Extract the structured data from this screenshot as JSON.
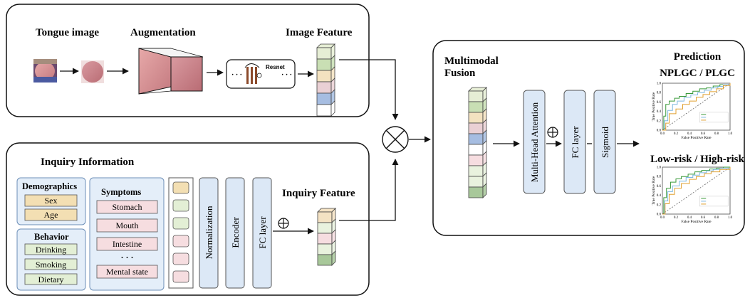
{
  "image_branch": {
    "tongue_label": "Tongue image",
    "augmentation_label": "Augmentation",
    "resnet_label": "Resnet",
    "image_feature_label": "Image Feature",
    "image_feature_colors": [
      "#e6eed5",
      "#c9dfb4",
      "#f3e2c0",
      "#ead0d4",
      "#a6bde1",
      "#ffffff"
    ]
  },
  "inquiry_branch": {
    "title": "Inquiry Information",
    "demographics": {
      "title": "Demographics",
      "items": [
        "Sex",
        "Age"
      ]
    },
    "behavior": {
      "title": "Behavior",
      "items": [
        "Drinking",
        "Smoking",
        "Dietary"
      ]
    },
    "symptoms": {
      "title": "Symptoms",
      "items": [
        "Stomach",
        "Mouth",
        "Intestine",
        "· · ·",
        "Mental state"
      ]
    },
    "layers": [
      "Normalization",
      "Encoder",
      "FC layer"
    ],
    "inquiry_feature_label": "Inquiry Feature",
    "inquiry_feature_colors": [
      "#f4e2c3",
      "#e9f2de",
      "#f6dde0",
      "#e9f2de",
      "#a8c89a"
    ],
    "column_colors": [
      "#f3dfb3",
      "#e3efd5",
      "#e3efd5",
      "#f6dde0",
      "#f6dde0",
      "#f6dde0"
    ]
  },
  "fusion": {
    "title_line1": "Multimodal",
    "title_line2": "Fusion",
    "layers": [
      "Multi-Head Attention",
      "FC layer",
      "Sigmoid"
    ],
    "feature_colors": [
      "#e6eed5",
      "#c9dfb4",
      "#f3e2c0",
      "#ead0d4",
      "#a6bde1",
      "#ffffff",
      "#f6dde0",
      "#e9f2de",
      "#e9f2de",
      "#a8c89a"
    ]
  },
  "prediction": {
    "title": "Prediction",
    "chart_data": [
      {
        "type": "line",
        "title": "NPLGC / PLGC",
        "xlabel": "False Positive Rate",
        "ylabel": "True Positive Rate",
        "xlim": [
          0,
          1
        ],
        "ylim": [
          0,
          1
        ],
        "ticks": [
          "0.0",
          "0.2",
          "0.4",
          "0.6",
          "0.8",
          "1.0"
        ],
        "legend_position": "lower-right",
        "series": [
          {
            "color": "#3a9a3a",
            "x": [
              0,
              0.02,
              0.05,
              0.1,
              0.18,
              0.25,
              0.35,
              0.45,
              0.55,
              0.65,
              0.75,
              0.85,
              1.0
            ],
            "y": [
              0,
              0.3,
              0.55,
              0.62,
              0.68,
              0.72,
              0.78,
              0.83,
              0.88,
              0.9,
              0.94,
              0.97,
              1.0
            ]
          },
          {
            "color": "#7fb8e0",
            "x": [
              0,
              0.03,
              0.08,
              0.15,
              0.22,
              0.32,
              0.42,
              0.52,
              0.62,
              0.72,
              0.82,
              0.9,
              1.0
            ],
            "y": [
              0,
              0.2,
              0.42,
              0.55,
              0.62,
              0.7,
              0.75,
              0.8,
              0.85,
              0.9,
              0.93,
              0.97,
              1.0
            ]
          },
          {
            "color": "#e0a030",
            "x": [
              0,
              0.05,
              0.1,
              0.2,
              0.3,
              0.4,
              0.5,
              0.6,
              0.7,
              0.8,
              0.9,
              1.0
            ],
            "y": [
              0,
              0.15,
              0.35,
              0.45,
              0.55,
              0.62,
              0.7,
              0.76,
              0.82,
              0.88,
              0.95,
              1.0
            ]
          }
        ]
      },
      {
        "type": "line",
        "title": "Low-risk / High-risk",
        "xlabel": "False Positive Rate",
        "ylabel": "True Positive Rate",
        "xlim": [
          0,
          1
        ],
        "ylim": [
          0,
          1
        ],
        "ticks": [
          "0.0",
          "0.2",
          "0.4",
          "0.6",
          "0.8",
          "1.0"
        ],
        "legend_position": "lower-right",
        "series": [
          {
            "color": "#3a9a3a",
            "x": [
              0,
              0.02,
              0.06,
              0.12,
              0.2,
              0.28,
              0.38,
              0.48,
              0.58,
              0.7,
              0.8,
              0.9,
              1.0
            ],
            "y": [
              0,
              0.35,
              0.55,
              0.68,
              0.75,
              0.8,
              0.85,
              0.9,
              0.93,
              0.96,
              0.98,
              1.0,
              1.0
            ]
          },
          {
            "color": "#7fb8e0",
            "x": [
              0,
              0.03,
              0.08,
              0.15,
              0.25,
              0.35,
              0.45,
              0.55,
              0.65,
              0.75,
              0.85,
              1.0
            ],
            "y": [
              0,
              0.28,
              0.48,
              0.6,
              0.7,
              0.78,
              0.83,
              0.88,
              0.92,
              0.95,
              0.98,
              1.0
            ]
          },
          {
            "color": "#e0a030",
            "x": [
              0,
              0.04,
              0.1,
              0.18,
              0.28,
              0.4,
              0.5,
              0.62,
              0.72,
              0.85,
              1.0
            ],
            "y": [
              0,
              0.22,
              0.42,
              0.55,
              0.65,
              0.74,
              0.8,
              0.86,
              0.9,
              0.95,
              1.0
            ]
          }
        ]
      }
    ]
  }
}
